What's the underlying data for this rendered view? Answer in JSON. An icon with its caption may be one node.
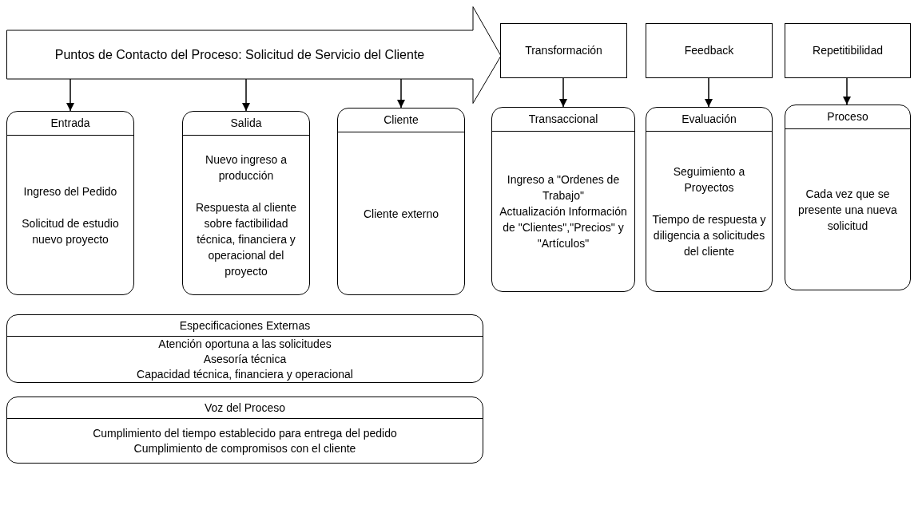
{
  "diagram": {
    "nodes": [
      {
        "text": [
          "Puntos de Contacto del Proceso: Solicitud de Servicio del Cliente"
        ]
      },
      {
        "text": [
          "Transformación"
        ]
      },
      {
        "text": [
          "Feedback"
        ]
      },
      {
        "text": [
          "Repetitibilidad"
        ]
      },
      {
        "text": [
          "Entrada",
          "Ingreso del Pedido",
          "Solicitud de estudio nuevo proyecto"
        ]
      },
      {
        "text": [
          "Salida",
          "Nuevo ingreso a producción",
          "Respuesta al cliente sobre factibilidad técnica, financiera y operacional del proyecto"
        ]
      },
      {
        "text": [
          "Cliente",
          "Cliente externo"
        ]
      },
      {
        "text": [
          "Transaccional",
          "Ingreso a \"Ordenes de Trabajo\"",
          "Actualización Información de \"Clientes\",\"Precios\" y \"Artículos\""
        ]
      },
      {
        "text": [
          "Evaluación",
          "Seguimiento a Proyectos",
          "Tiempo de respuesta y diligencia a solicitudes del cliente"
        ]
      },
      {
        "text": [
          "Proceso",
          "Cada vez que se presente una nueva solicitud"
        ]
      },
      {
        "text": [
          "Especificaciones Externas",
          "Atención oportuna a las solicitudes",
          "Asesoría técnica",
          "Capacidad técnica, financiera y operacional"
        ]
      },
      {
        "text": [
          "Voz del Proceso",
          "Cumplimiento del tiempo establecido para entrega del pedido",
          "Cumplimiento de compromisos con el cliente"
        ]
      }
    ],
    "edges": [
      {
        "from": 0,
        "to": 4,
        "arrow": "to"
      },
      {
        "from": 0,
        "to": 5,
        "arrow": "to"
      },
      {
        "from": 0,
        "to": 6,
        "arrow": "to"
      },
      {
        "from": 1,
        "to": 7,
        "arrow": "to"
      },
      {
        "from": 2,
        "to": 8,
        "arrow": "to"
      },
      {
        "from": 3,
        "to": 9,
        "arrow": "to"
      }
    ]
  }
}
